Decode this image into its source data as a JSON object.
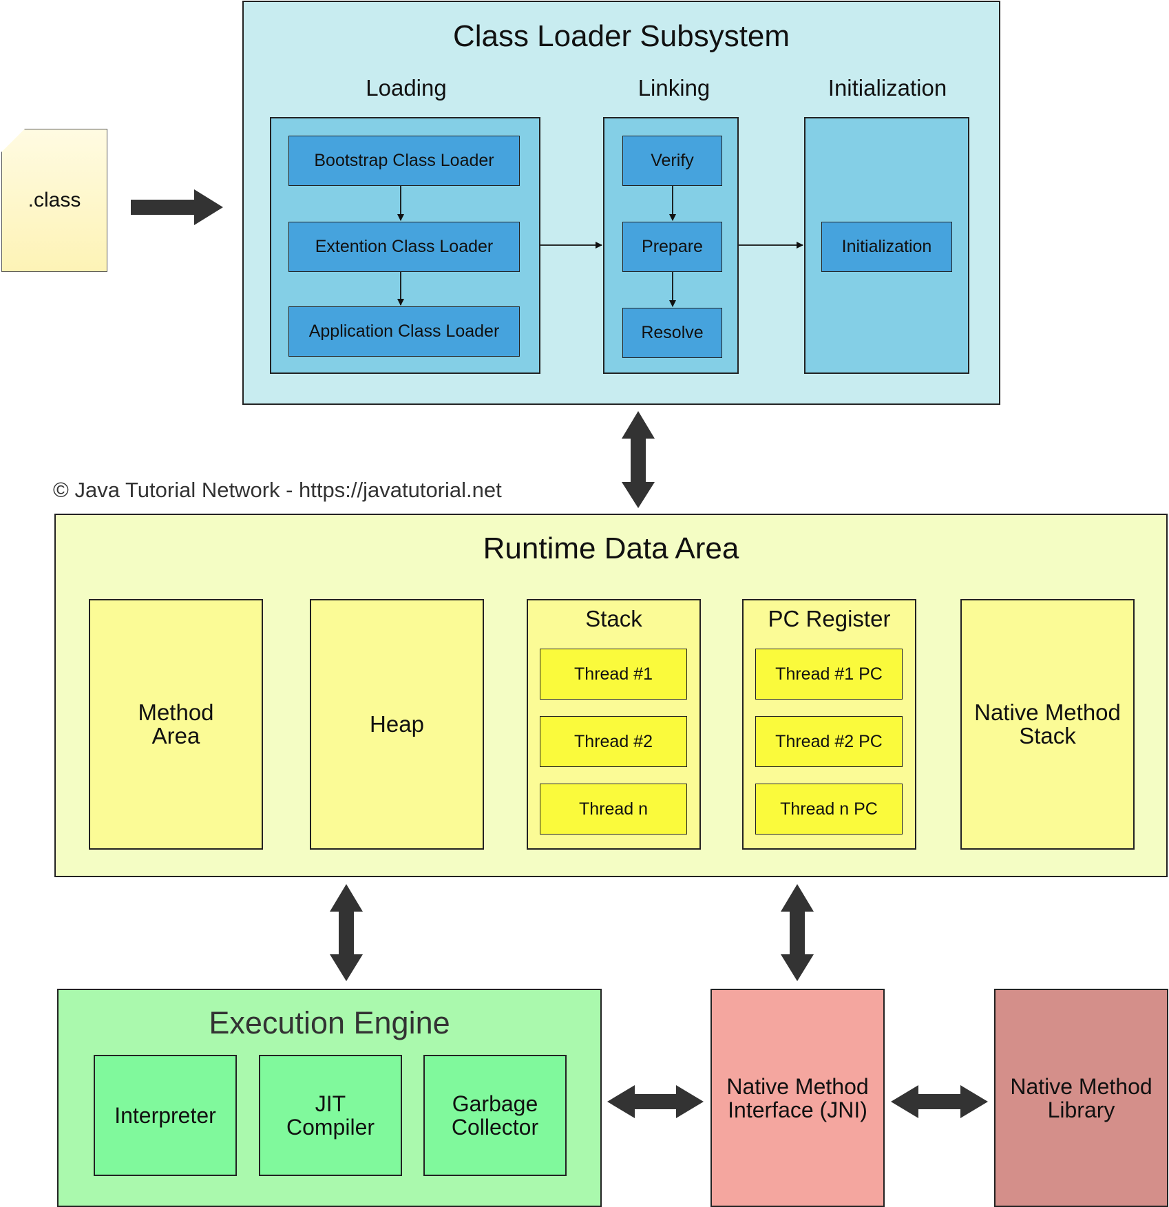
{
  "class_file": {
    "label": ".class"
  },
  "class_loader": {
    "title": "Class Loader Subsystem",
    "loading": {
      "heading": "Loading",
      "items": [
        "Bootstrap Class Loader",
        "Extention Class Loader",
        "Application Class Loader"
      ]
    },
    "linking": {
      "heading": "Linking",
      "items": [
        "Verify",
        "Prepare",
        "Resolve"
      ]
    },
    "initialization": {
      "heading": "Initialization",
      "items": [
        "Initialization"
      ]
    }
  },
  "copyright": "© Java Tutorial Network - https://javatutorial.net",
  "runtime": {
    "title": "Runtime Data Area",
    "method_area": "Method Area",
    "heap": "Heap",
    "stack": {
      "title": "Stack",
      "threads": [
        "Thread #1",
        "Thread #2",
        "Thread n"
      ]
    },
    "pc_register": {
      "title": "PC Register",
      "threads": [
        "Thread #1 PC",
        "Thread #2 PC",
        "Thread n PC"
      ]
    },
    "native_method_stack": "Native Method Stack"
  },
  "execution_engine": {
    "title": "Execution Engine",
    "items": [
      "Interpreter",
      "JIT Compiler",
      "Garbage Collector"
    ]
  },
  "jni": "Native Method Interface (JNI)",
  "native_library": "Native Method Library",
  "colors": {
    "class_loader_bg": "#c8ecf0",
    "class_loader_inner": "#84cfe6",
    "node_blue": "#46a3dd",
    "runtime_bg": "#f4fdc4",
    "runtime_inner": "#fbfb96",
    "node_yellow": "#fafa3c",
    "exec_bg": "#aaf9ad",
    "exec_node": "#80f99c",
    "jni_bg": "#f4a69f",
    "library_bg": "#d48f8a",
    "arrow": "#333333"
  }
}
